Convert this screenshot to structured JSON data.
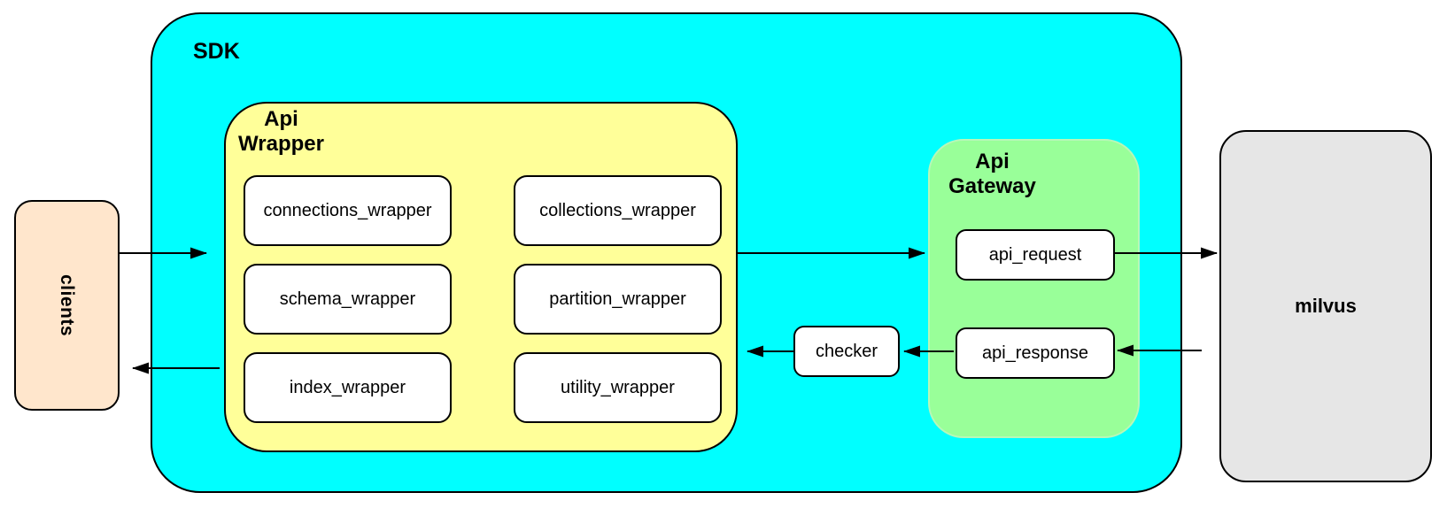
{
  "palette": {
    "sdk_fill": "#00FFFF",
    "api_wrapper_fill": "#FFFF99",
    "api_gateway_fill": "#99FF99",
    "clients_fill": "#FFE6CC",
    "milvus_fill": "#E6E6E6",
    "node_fill": "#FFFFFF",
    "stroke": "#000000"
  },
  "nodes": {
    "clients": {
      "label": "clients"
    },
    "sdk": {
      "label": "SDK"
    },
    "api_wrapper": {
      "label": "Api\nWrapper",
      "items": [
        "connections_wrapper",
        "collections_wrapper",
        "schema_wrapper",
        "partition_wrapper",
        "index_wrapper",
        "utility_wrapper"
      ]
    },
    "checker": {
      "label": "checker"
    },
    "api_gateway": {
      "label": "Api\nGateway",
      "items": [
        "api_request",
        "api_response"
      ]
    },
    "milvus": {
      "label": "milvus"
    }
  }
}
